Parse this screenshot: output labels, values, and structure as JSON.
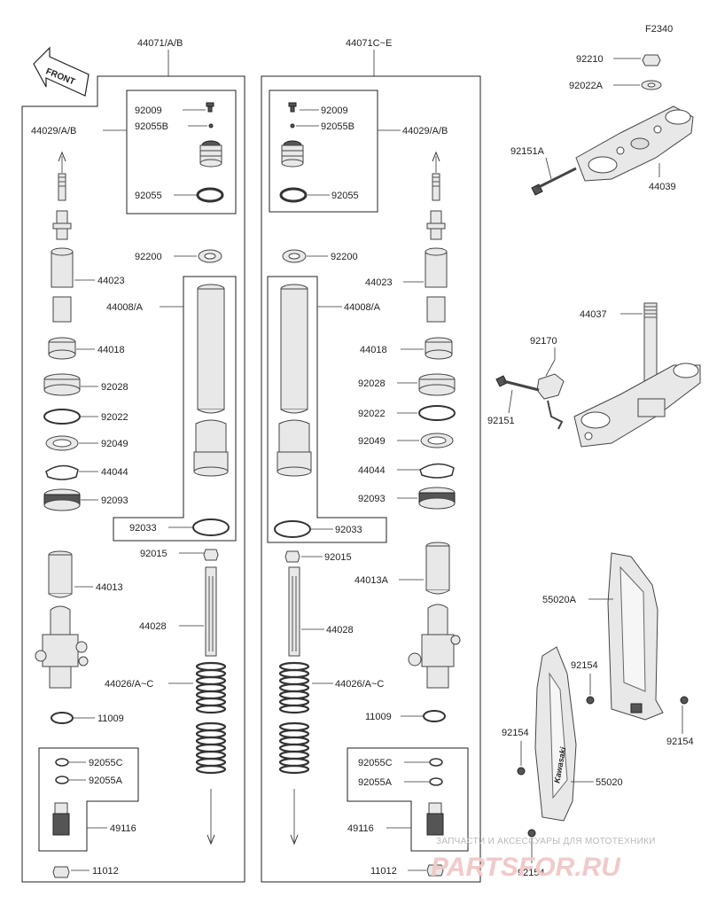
{
  "figure_code": "F2340",
  "front_label": "FRONT",
  "headers": {
    "left": "44071/A/B",
    "right": "44071C~E"
  },
  "left_labels": {
    "p44029": "44029/A/B",
    "p92009": "92009",
    "p92055B": "92055B",
    "p92055": "92055",
    "p92200": "92200",
    "p44023": "44023",
    "p44008": "44008/A",
    "p44018": "44018",
    "p92028": "92028",
    "p92022": "92022",
    "p92049": "92049",
    "p44044": "44044",
    "p92093": "92093",
    "p92033": "92033",
    "p92015": "92015",
    "p44013": "44013",
    "p44028": "44028",
    "p44026": "44026/A~C",
    "p11009": "11009",
    "p92055C": "92055C",
    "p92055A": "92055A",
    "p49116": "49116",
    "p11012": "11012"
  },
  "right_labels": {
    "p92009": "92009",
    "p92055B": "92055B",
    "p44029": "44029/A/B",
    "p92055": "92055",
    "p92200": "92200",
    "p44023": "44023",
    "p44008": "44008/A",
    "p44018": "44018",
    "p92028": "92028",
    "p92022": "92022",
    "p92049": "92049",
    "p44044": "44044",
    "p92093": "92093",
    "p92033": "92033",
    "p92015": "92015",
    "p44013A": "44013A",
    "p44028": "44028",
    "p44026": "44026/A~C",
    "p11009": "11009",
    "p92055C": "92055C",
    "p92055A": "92055A",
    "p49116": "49116",
    "p11012": "11012"
  },
  "clamp_labels": {
    "p92210": "92210",
    "p92022A": "92022A",
    "p92151A": "92151A",
    "p44039": "44039",
    "p44037": "44037",
    "p92170": "92170",
    "p92151": "92151",
    "p55020A": "55020A",
    "p92154a": "92154",
    "p92154b": "92154",
    "p92154c": "92154",
    "p55020": "55020",
    "p92154d": "92154"
  },
  "guard_text": "Kawasaki",
  "watermark": {
    "line1": "ЗАПЧАСТИ И АКСЕССУАРЫ ДЛЯ МОТОТЕХНИКИ",
    "line2": "PARTSFOR.RU"
  }
}
